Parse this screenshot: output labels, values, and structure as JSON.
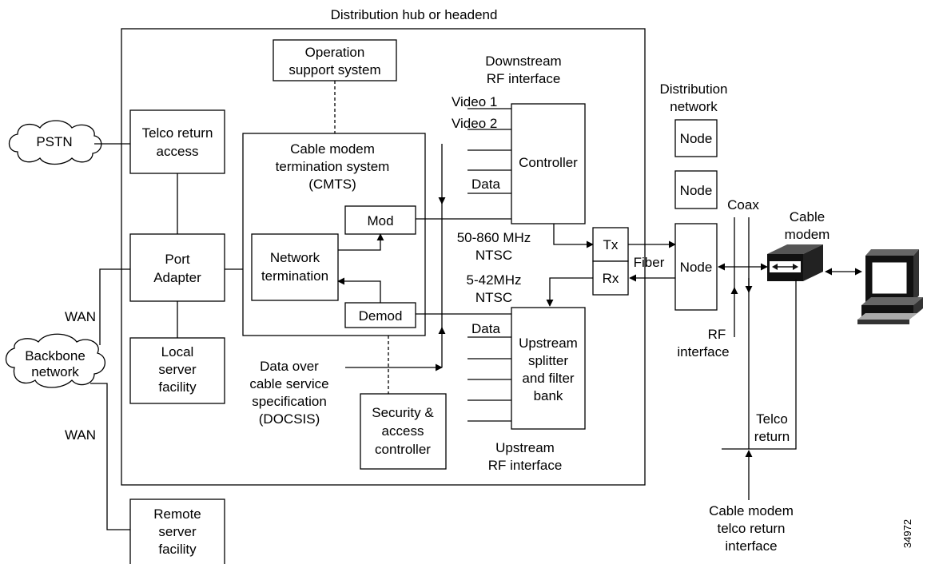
{
  "title": "Distribution hub or headend",
  "clouds": {
    "pstn": "PSTN",
    "backbone": [
      "Backbone",
      "network"
    ]
  },
  "wan_labels": [
    "WAN",
    "WAN"
  ],
  "boxes": {
    "operation_support": [
      "Operation",
      "support system"
    ],
    "telco_return_access": [
      "Telco return",
      "access"
    ],
    "port_adapter": [
      "Port",
      "Adapter"
    ],
    "local_server": [
      "Local",
      "server",
      "facility"
    ],
    "remote_server": [
      "Remote",
      "server",
      "facility"
    ],
    "cmts": [
      "Cable modem",
      "termination system",
      "(CMTS)"
    ],
    "network_termination": [
      "Network",
      "termination"
    ],
    "mod": "Mod",
    "demod": "Demod",
    "controller": "Controller",
    "upstream_bank": [
      "Upstream",
      "splitter",
      "and filter",
      "bank"
    ],
    "security": [
      "Security &",
      "access",
      "controller"
    ],
    "tx": "Tx",
    "rx": "Rx",
    "node": "Node"
  },
  "labels": {
    "downstream_rf": [
      "Downstream",
      "RF interface"
    ],
    "upstream_rf": [
      "Upstream",
      "RF interface"
    ],
    "video1": "Video 1",
    "video2": "Video 2",
    "data_down": "Data",
    "data_up": "Data",
    "freq_down": [
      "50-860 MHz",
      "NTSC"
    ],
    "freq_up": [
      "5-42MHz",
      "NTSC"
    ],
    "docsis": [
      "Data over",
      "cable service",
      "specification",
      "(DOCSIS)"
    ],
    "distribution_network": [
      "Distribution",
      "network"
    ],
    "fiber": "Fiber",
    "coax": "Coax",
    "cable_modem": [
      "Cable",
      "modem"
    ],
    "rf_interface": [
      "RF",
      "interface"
    ],
    "telco_return": [
      "Telco",
      "return"
    ],
    "cm_telco_return_interface": [
      "Cable modem",
      "telco return",
      "interface"
    ],
    "figure_id": "34972"
  }
}
